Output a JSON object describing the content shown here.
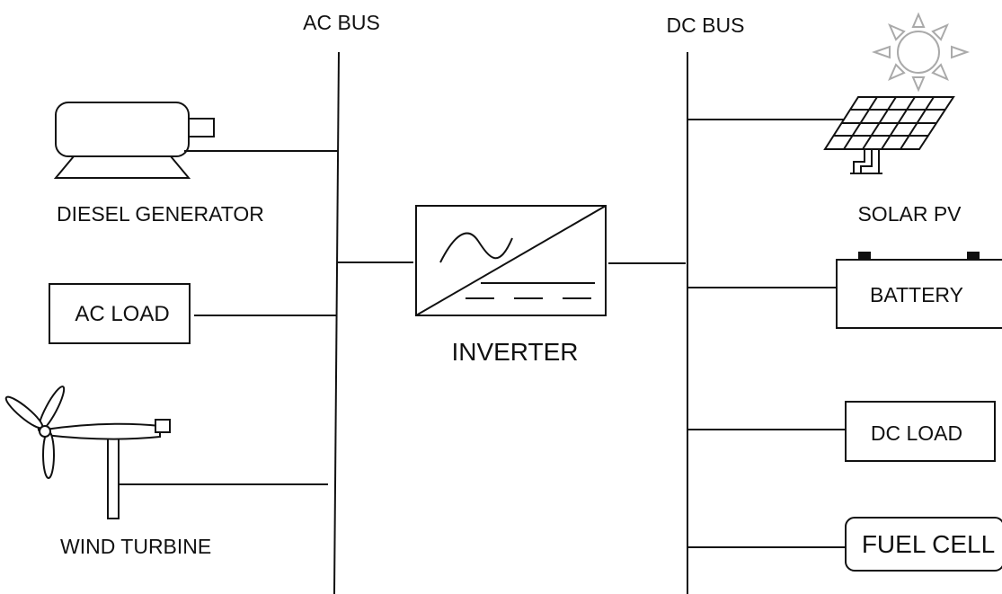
{
  "buses": {
    "ac": "AC BUS",
    "dc": "DC BUS"
  },
  "components": {
    "diesel_generator": "DIESEL GENERATOR",
    "ac_load": "AC LOAD",
    "wind_turbine": "WIND TURBINE",
    "inverter": "INVERTER",
    "solar_pv": "SOLAR PV",
    "battery": "BATTERY",
    "dc_load": "DC LOAD",
    "fuel_cell": "FUEL CELL"
  },
  "icons": {
    "sun": "sun-icon",
    "solar_panel": "solar-panel-icon",
    "generator": "generator-icon",
    "wind_turbine": "wind-turbine-icon",
    "sine_wave": "sine-wave-icon",
    "dc_symbol": "dc-symbol-icon"
  },
  "colors": {
    "line": "#111111",
    "sun": "#aaaaaa"
  }
}
